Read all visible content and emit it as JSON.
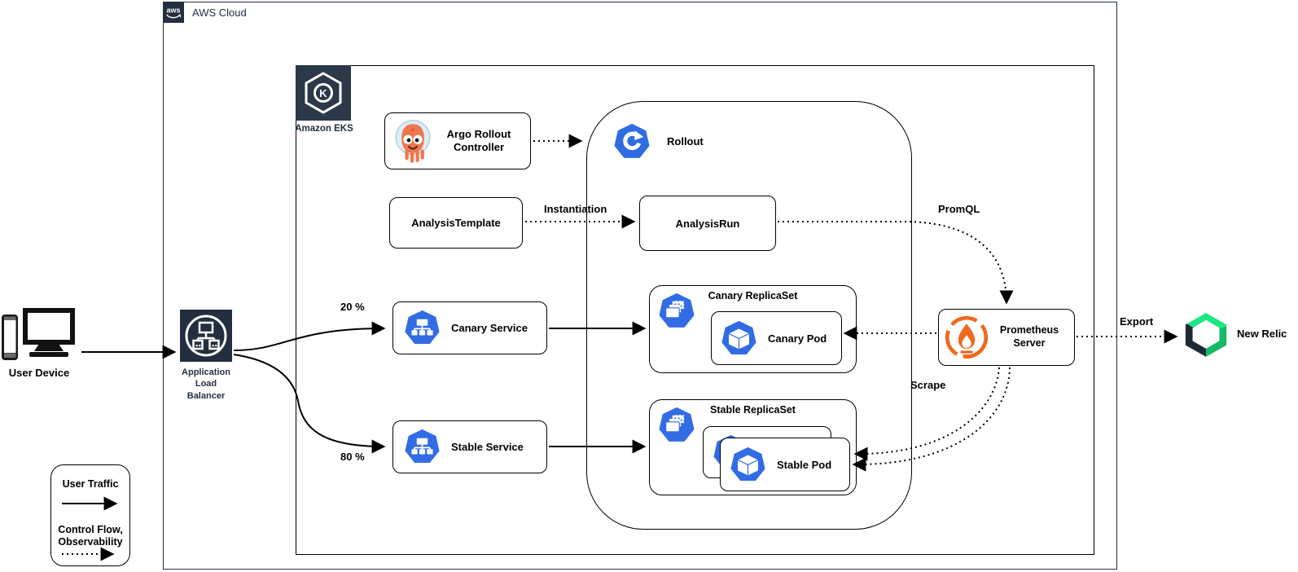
{
  "colors": {
    "aws_navy": "#232F3E",
    "eks_square": "#2B3849",
    "k8s_blue": "#326CE5",
    "rollout_blue": "#2F6BE3",
    "argo_orange": "#F0764F",
    "argo_helmet_blue": "#DDEDF6",
    "prometheus_orange": "#ED6A1E",
    "new_relic_light_green": "#1CE783",
    "new_relic_green": "#17B867",
    "new_relic_navy": "#1D2A35",
    "line_black": "#000000"
  },
  "containers": {
    "aws_cloud": {
      "label": "AWS Cloud",
      "logo_text": "aws",
      "icon": "aws-logo-icon"
    },
    "amazon_eks": {
      "label": "Amazon EKS",
      "icon_letter": "K",
      "icon": "eks-icon"
    },
    "rollout_group": {
      "label": "Rollout",
      "icon": "argo-rollout-icon"
    }
  },
  "nodes": {
    "user_device": {
      "label": "User Device",
      "icon": "user-device-icon"
    },
    "alb": {
      "label_lines": [
        "Application",
        "Load",
        "Balancer"
      ],
      "icon": "load-balancer-icon"
    },
    "argo_rollout_controller": {
      "label_lines": [
        "Argo Rollout",
        "Controller"
      ],
      "icon": "argo-octopus-icon"
    },
    "analysis_template": {
      "label": "AnalysisTemplate"
    },
    "analysis_run": {
      "label": "AnalysisRun"
    },
    "canary_service": {
      "label": "Canary Service",
      "icon": "kubernetes-service-icon"
    },
    "stable_service": {
      "label": "Stable Service",
      "icon": "kubernetes-service-icon"
    },
    "canary_replicaset": {
      "label": "Canary ReplicaSet",
      "icon": "kubernetes-replicaset-icon"
    },
    "canary_pod": {
      "label": "Canary Pod",
      "icon": "kubernetes-pod-icon"
    },
    "stable_replicaset": {
      "label": "Stable ReplicaSet",
      "icon": "kubernetes-replicaset-icon"
    },
    "stable_pod": {
      "label": "Stable Pod",
      "icon": "kubernetes-pod-icon"
    },
    "prometheus_server": {
      "label_lines": [
        "Prometheus",
        "Server"
      ],
      "icon": "prometheus-icon"
    },
    "new_relic": {
      "label": "New Relic",
      "icon": "new-relic-icon"
    }
  },
  "edges": {
    "canary_traffic_percent": "20 %",
    "stable_traffic_percent": "80 %",
    "instantiation": "Instantiation",
    "promql": "PromQL",
    "scrape": "Scrape",
    "export": "Export"
  },
  "legend": {
    "user_traffic_label": "User Traffic",
    "control_flow_lines": [
      "Control Flow,",
      "Observability"
    ]
  }
}
